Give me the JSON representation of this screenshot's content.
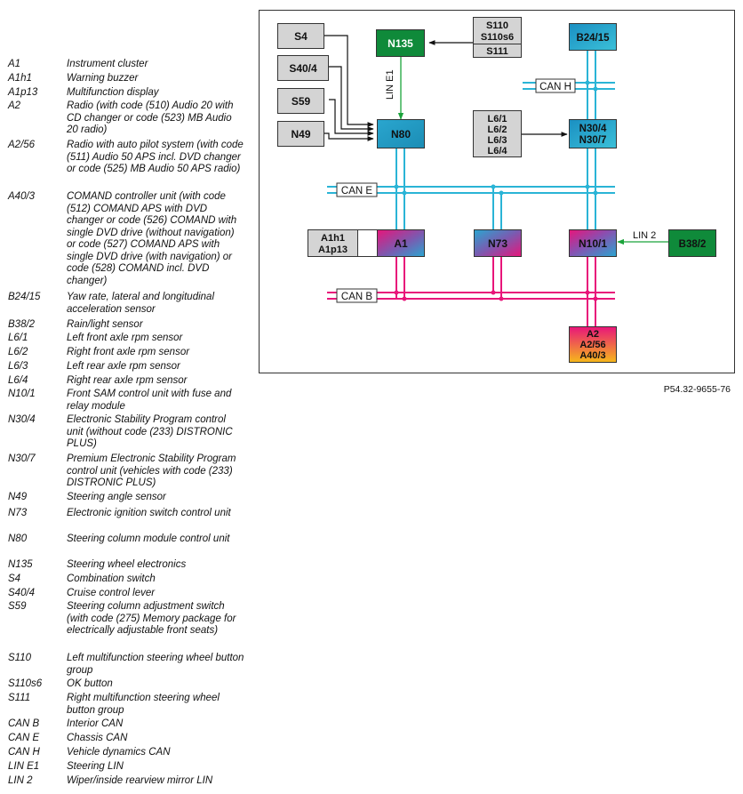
{
  "legend": [
    {
      "code": "A1",
      "desc": "Instrument cluster"
    },
    {
      "code": "A1h1",
      "desc": "Warning buzzer"
    },
    {
      "code": "A1p13",
      "desc": "Multifunction display"
    },
    {
      "code": "A2",
      "desc": "Radio (with code (510) Audio 20 with CD changer or code (523) MB Audio 20 radio)"
    },
    {
      "code": "A2/56",
      "desc": "Radio with auto pilot system (with code (511) Audio 50 APS incl. DVD changer or code (525) MB Audio 50 APS radio)"
    },
    {
      "code": "A40/3",
      "desc": "COMAND controller unit (with code (512) COMAND APS with DVD changer or code (526) COMAND with single DVD drive (without navigation) or code (527) COMAND APS with single DVD drive (with navigation) or code (528) COMAND incl. DVD changer)"
    },
    {
      "code": "B24/15",
      "desc": "Yaw rate, lateral and longitudinal acceleration sensor"
    },
    {
      "code": "B38/2",
      "desc": "Rain/light sensor"
    },
    {
      "code": "L6/1",
      "desc": "Left front axle rpm sensor"
    },
    {
      "code": "L6/2",
      "desc": "Right front axle rpm sensor"
    },
    {
      "code": "L6/3",
      "desc": "Left rear axle rpm sensor"
    },
    {
      "code": "L6/4",
      "desc": "Right rear axle rpm sensor"
    },
    {
      "code": "N10/1",
      "desc": "Front SAM control unit with fuse and relay module"
    },
    {
      "code": "N30/4",
      "desc": "Electronic Stability Program control unit (without code (233) DISTRONIC PLUS)"
    },
    {
      "code": "N30/7",
      "desc": "Premium Electronic Stability Program control unit (vehicles with code (233) DISTRONIC PLUS)"
    },
    {
      "code": "N49",
      "desc": "Steering angle sensor"
    },
    {
      "code": "N73",
      "desc": "Electronic ignition switch control unit"
    },
    {
      "code": "N80",
      "desc": "Steering column module control unit"
    },
    {
      "code": "N135",
      "desc": "Steering wheel electronics"
    },
    {
      "code": "S4",
      "desc": "Combination switch"
    },
    {
      "code": "S40/4",
      "desc": "Cruise control lever"
    },
    {
      "code": "S59",
      "desc": "Steering column adjustment switch (with code (275) Memory package for electrically adjustable front seats)"
    },
    {
      "code": "S110",
      "desc": "Left multifunction steering wheel button group"
    },
    {
      "code": "S110s6",
      "desc": "OK button"
    },
    {
      "code": "S111",
      "desc": "Right multifunction steering wheel button group"
    },
    {
      "code": "CAN B",
      "desc": "Interior CAN"
    },
    {
      "code": "CAN E",
      "desc": "Chassis CAN"
    },
    {
      "code": "CAN H",
      "desc": "Vehicle dynamics CAN"
    },
    {
      "code": "LIN E1",
      "desc": "Steering LIN"
    },
    {
      "code": "LIN 2",
      "desc": "Wiper/inside rearview mirror LIN"
    }
  ],
  "diagram": {
    "blocks": {
      "s4": "S4",
      "s40_4": "S40/4",
      "s59": "S59",
      "n49": "N49",
      "n135": "N135",
      "s110": [
        "S110",
        "S110s6",
        "S111"
      ],
      "b24_15": "B24/15",
      "n80": "N80",
      "l6": [
        "L6/1",
        "L6/2",
        "L6/3",
        "L6/4"
      ],
      "n30": [
        "N30/4",
        "N30/7"
      ],
      "a1h1": [
        "A1h1",
        "A1p13"
      ],
      "a1": "A1",
      "n73": "N73",
      "n10_1": "N10/1",
      "b38_2": "B38/2",
      "a2": [
        "A2",
        "A2/56",
        "A40/3"
      ]
    },
    "bus_labels": {
      "can_h": "CAN H",
      "can_e": "CAN E",
      "can_b": "CAN B",
      "lin_e1": "LIN E1",
      "lin_2": "LIN 2"
    },
    "colors": {
      "can_e_h": "#2ab4d6",
      "can_b": "#e8157a",
      "lin": "#1aa33a",
      "module_green": "#0f8a3a",
      "sensor_gray": "#d4d4d4"
    }
  },
  "reference": "P54.32-9655-76"
}
